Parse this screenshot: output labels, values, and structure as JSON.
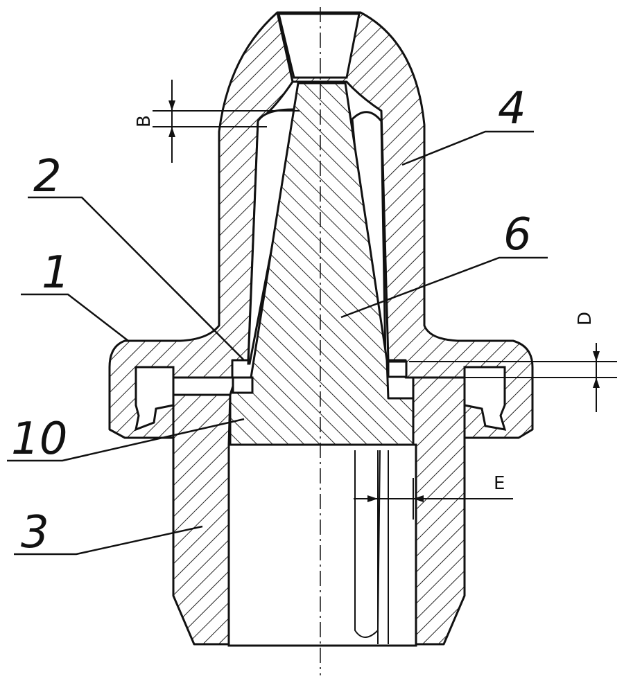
{
  "labels": {
    "part_1": "1",
    "part_2": "2",
    "part_3": "3",
    "part_4": "4",
    "part_6": "6",
    "part_10": "10",
    "dim_B": "B",
    "dim_D": "D",
    "dim_E": "E"
  }
}
